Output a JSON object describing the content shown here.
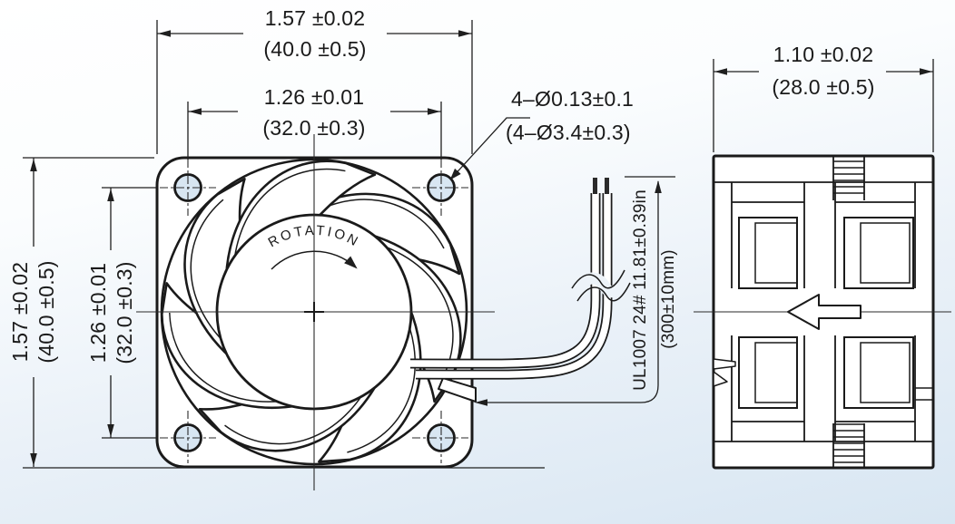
{
  "drawing": {
    "front_view": {
      "rotation_label": "ROTATION",
      "width": {
        "inches": "1.57 ±0.02",
        "mm": "(40.0 ±0.5)"
      },
      "hole_pitch_horizontal": {
        "inches": "1.26 ±0.01",
        "mm": "(32.0 ±0.3)"
      },
      "height": {
        "inches": "1.57 ±0.02",
        "mm": "(40.0 ±0.5)"
      },
      "hole_pitch_vertical": {
        "inches": "1.26 ±0.01",
        "mm": "(32.0 ±0.3)"
      },
      "mounting_hole_callout": {
        "inches": "4–Ø0.13±0.1",
        "mm": "(4–Ø3.4±0.3)"
      }
    },
    "side_view": {
      "depth": {
        "inches": "1.10 ±0.02",
        "mm": "(28.0 ±0.5)"
      }
    },
    "lead_wire": {
      "spec": "UL1007 24# 11.81±0.39in",
      "length_mm": "(300±10mm)"
    },
    "colors": {
      "line": "#1a1a1a",
      "hole_fill": "#d8e6f2",
      "bg_top": "#ffffff",
      "bg_bottom": "#d8e6f2"
    }
  }
}
